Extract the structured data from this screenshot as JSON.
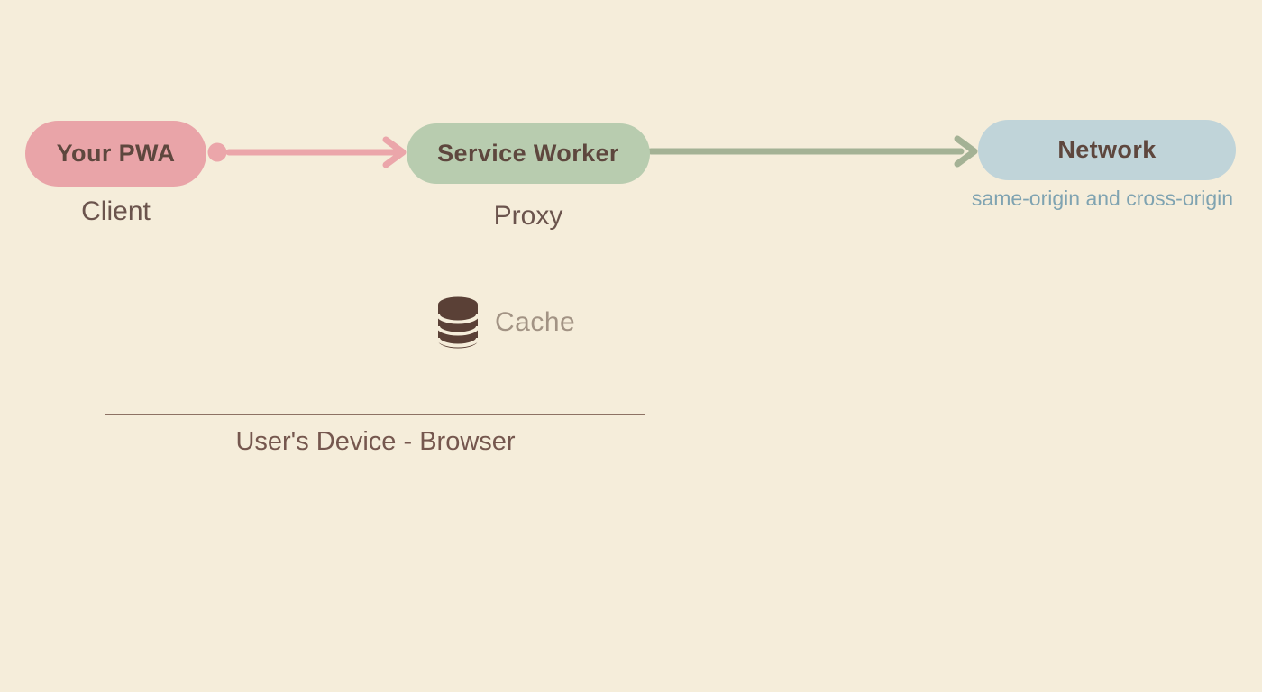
{
  "nodes": {
    "pwa": {
      "label": "Your PWA",
      "sublabel": "Client",
      "fill": "#e9a4a8"
    },
    "service_worker": {
      "label": "Service Worker",
      "sublabel": "Proxy",
      "fill": "#b8ccaf"
    },
    "network": {
      "label": "Network",
      "sublabel": "same-origin and cross-origin",
      "fill": "#c0d4d9"
    }
  },
  "cache": {
    "label": "Cache",
    "icon": "database-icon"
  },
  "device_boundary": {
    "label": "User's Device - Browser"
  },
  "arrows": {
    "pwa_to_service_worker": {
      "color": "#eba6aa",
      "start": "dot",
      "end": "arrowhead"
    },
    "service_worker_to_network": {
      "color": "#a4b295",
      "end": "arrowhead"
    }
  },
  "colors": {
    "background": "#f5edda",
    "pink": "#eba6aa",
    "green": "#a4b295",
    "pink_fill": "#e9a4a8",
    "green_fill": "#b8ccaf",
    "blue_fill": "#c0d4d9",
    "node_text": "#5e473e",
    "sublabel_text": "#6b544d",
    "network_sublabel_text": "#7fa3b1",
    "cache_icon": "#5a4036",
    "cache_text": "#a29384",
    "boundary_line": "#8d7264",
    "boundary_text": "#75574e"
  }
}
